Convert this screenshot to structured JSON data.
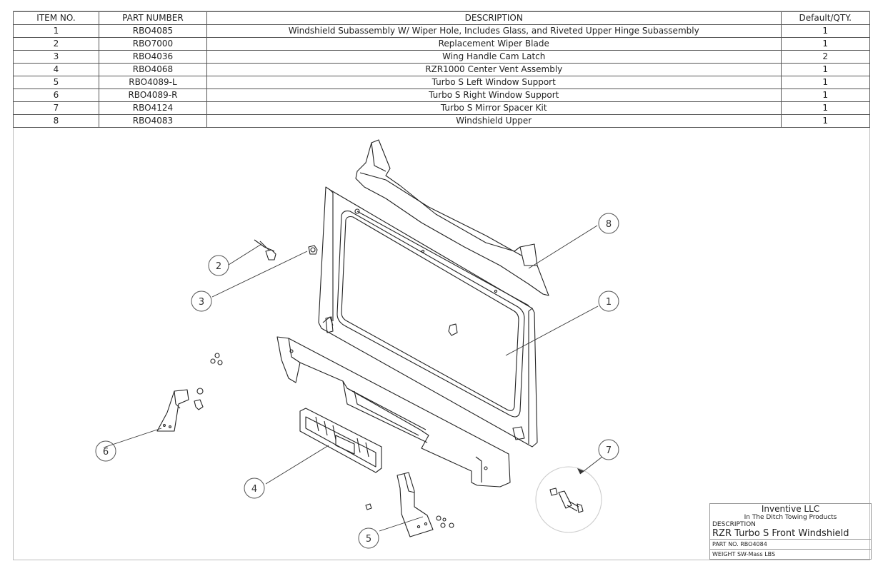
{
  "bom": {
    "headers": [
      "ITEM NO.",
      "PART NUMBER",
      "DESCRIPTION",
      "Default/QTY."
    ],
    "rows": [
      {
        "item": "1",
        "part": "RBO4085",
        "desc": "Windshield Subassembly W/ Wiper Hole, Includes Glass, and Riveted Upper Hinge Subassembly",
        "qty": "1"
      },
      {
        "item": "2",
        "part": "RBO7000",
        "desc": "Replacement Wiper Blade",
        "qty": "1"
      },
      {
        "item": "3",
        "part": "RBO4036",
        "desc": "Wing Handle Cam Latch",
        "qty": "2"
      },
      {
        "item": "4",
        "part": "RBO4068",
        "desc": "RZR1000 Center Vent Assembly",
        "qty": "1"
      },
      {
        "item": "5",
        "part": "RBO4089-L",
        "desc": "Turbo S Left Window Support",
        "qty": "1"
      },
      {
        "item": "6",
        "part": "RBO4089-R",
        "desc": "Turbo S Right Window Support",
        "qty": "1"
      },
      {
        "item": "7",
        "part": "RBO4124",
        "desc": "Turbo S Mirror Spacer Kit",
        "qty": "1"
      },
      {
        "item": "8",
        "part": "RBO4083",
        "desc": "Windshield Upper",
        "qty": "1"
      }
    ]
  },
  "callouts": [
    "1",
    "2",
    "3",
    "4",
    "5",
    "6",
    "7",
    "8"
  ],
  "title_block": {
    "company": "Inventive LLC",
    "subtitle": "In The Ditch Towing Products",
    "description_label": "DESCRIPTION",
    "description": "RZR Turbo S Front Windshield",
    "part_no": "PART  NO. RBO4084",
    "weight": "WEIGHT   SW-Mass  LBS"
  }
}
